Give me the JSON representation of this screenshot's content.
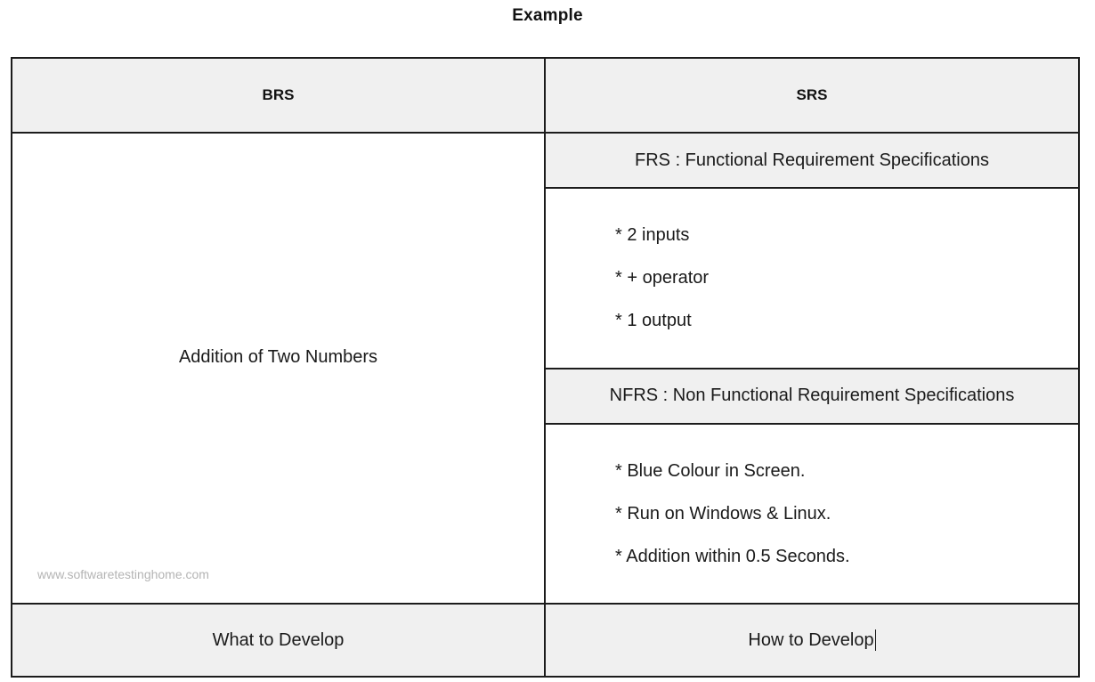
{
  "page": {
    "title": "Example",
    "watermark": "www.softwaretestinghome.com"
  },
  "table": {
    "headers": {
      "left": "BRS",
      "right": "SRS"
    },
    "brs": {
      "value": "Addition of Two Numbers"
    },
    "srs": {
      "frs": {
        "heading": "FRS : Functional Requirement Specifications",
        "items": [
          "* 2 inputs",
          "* + operator",
          "* 1 output"
        ]
      },
      "nfrs": {
        "heading": "NFRS : Non Functional Requirement Specifications",
        "items": [
          "* Blue Colour in Screen.",
          "* Run on Windows & Linux.",
          "* Addition within 0.5 Seconds."
        ]
      }
    },
    "footer": {
      "left": "What to Develop",
      "right": "How to Develop"
    }
  },
  "colors": {
    "header_fill": "#f0f0f0",
    "border": "#1c1c1c",
    "text": "#1a1a1a",
    "watermark": "#b4b4b4",
    "background": "#ffffff"
  }
}
